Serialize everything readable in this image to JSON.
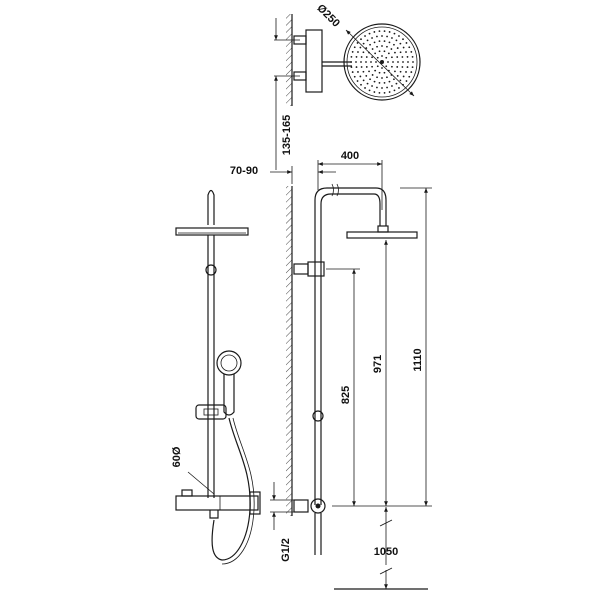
{
  "dimensions": {
    "head_diameter": "Ø250",
    "bracket_vertical": "135-165",
    "wall_offset": "70-90",
    "arm_length": "400",
    "height_825": "825",
    "height_971": "971",
    "height_1110": "1110",
    "floor_height": "1050",
    "hose_diameter": "60Ø",
    "thread_size": "G1/2"
  }
}
